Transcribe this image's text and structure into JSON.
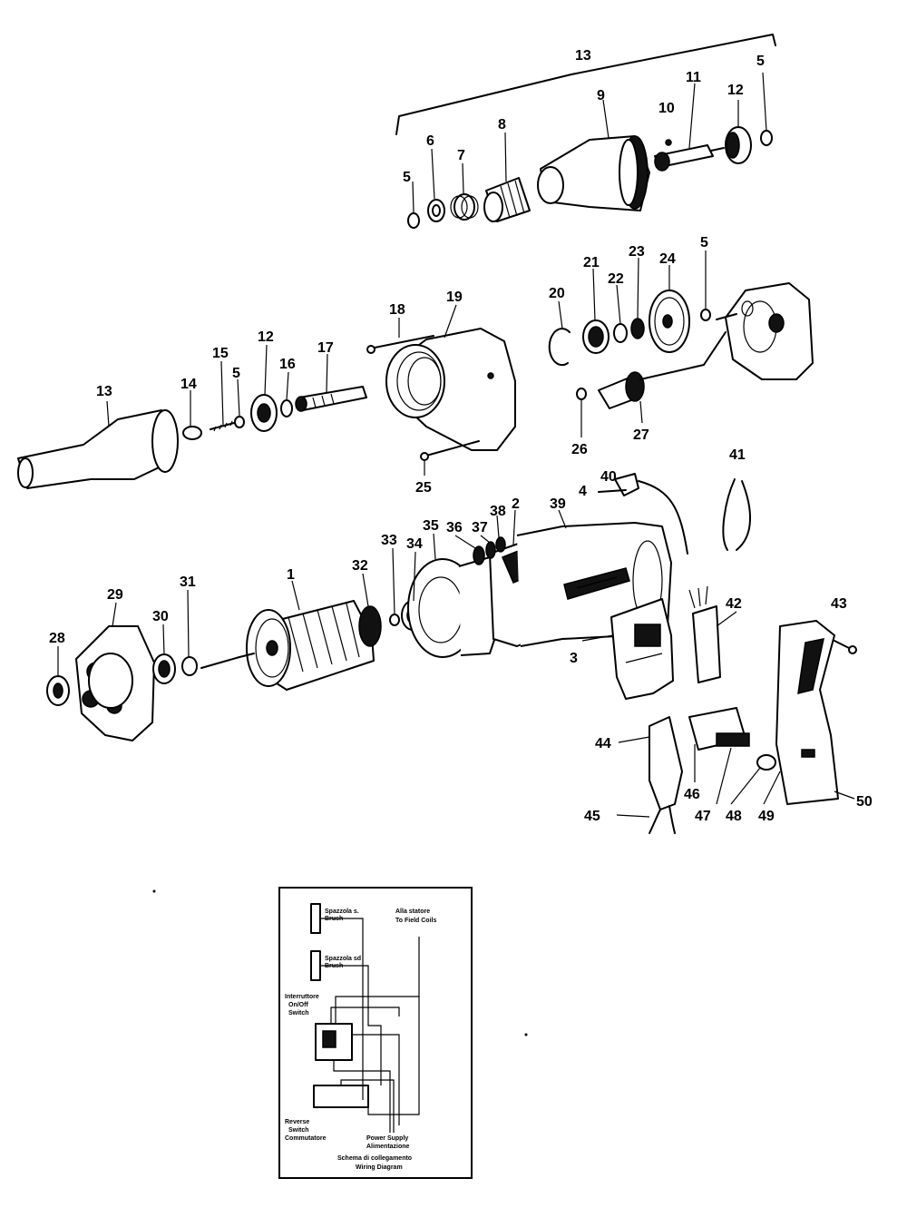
{
  "part_labels": [
    {
      "id": "p13a",
      "text": "13"
    },
    {
      "id": "p5a",
      "text": "5"
    },
    {
      "id": "p9",
      "text": "9"
    },
    {
      "id": "p11",
      "text": "11"
    },
    {
      "id": "p12a",
      "text": "12"
    },
    {
      "id": "p10",
      "text": "10"
    },
    {
      "id": "p8",
      "text": "8"
    },
    {
      "id": "p6",
      "text": "6"
    },
    {
      "id": "p7",
      "text": "7"
    },
    {
      "id": "p5b",
      "text": "5"
    },
    {
      "id": "p24",
      "text": "24"
    },
    {
      "id": "p23",
      "text": "23"
    },
    {
      "id": "p5c",
      "text": "5"
    },
    {
      "id": "p21",
      "text": "21"
    },
    {
      "id": "p22",
      "text": "22"
    },
    {
      "id": "p20",
      "text": "20"
    },
    {
      "id": "p19",
      "text": "19"
    },
    {
      "id": "p18",
      "text": "18"
    },
    {
      "id": "p12b",
      "text": "12"
    },
    {
      "id": "p17",
      "text": "17"
    },
    {
      "id": "p15",
      "text": "15"
    },
    {
      "id": "p14",
      "text": "14"
    },
    {
      "id": "p5d",
      "text": "5"
    },
    {
      "id": "p16",
      "text": "16"
    },
    {
      "id": "p13b",
      "text": "13"
    },
    {
      "id": "p26",
      "text": "26"
    },
    {
      "id": "p27",
      "text": "27"
    },
    {
      "id": "p25",
      "text": "25"
    },
    {
      "id": "p40",
      "text": "40"
    },
    {
      "id": "p4",
      "text": "4"
    },
    {
      "id": "p41",
      "text": "41"
    },
    {
      "id": "p38",
      "text": "38"
    },
    {
      "id": "p2",
      "text": "2"
    },
    {
      "id": "p39",
      "text": "39"
    },
    {
      "id": "p35",
      "text": "35"
    },
    {
      "id": "p36",
      "text": "36"
    },
    {
      "id": "p37",
      "text": "37"
    },
    {
      "id": "p33",
      "text": "33"
    },
    {
      "id": "p34",
      "text": "34"
    },
    {
      "id": "p29",
      "text": "29"
    },
    {
      "id": "p1",
      "text": "1"
    },
    {
      "id": "p32",
      "text": "32"
    },
    {
      "id": "p31",
      "text": "31"
    },
    {
      "id": "p30",
      "text": "30"
    },
    {
      "id": "p28",
      "text": "28"
    },
    {
      "id": "p42",
      "text": "42"
    },
    {
      "id": "p43",
      "text": "43"
    },
    {
      "id": "p3",
      "text": "3"
    },
    {
      "id": "p44",
      "text": "44"
    },
    {
      "id": "p46",
      "text": "46"
    },
    {
      "id": "p47",
      "text": "47"
    },
    {
      "id": "p48",
      "text": "48"
    },
    {
      "id": "p49",
      "text": "49"
    },
    {
      "id": "p50",
      "text": "50"
    },
    {
      "id": "p45",
      "text": "45"
    }
  ],
  "wiring_diagram": {
    "brush_top": [
      "Spazzola s.",
      "Brush"
    ],
    "field_coils": [
      "Alla statore",
      "To Field Coils"
    ],
    "brush_mid": [
      "Spazzola sd",
      "Brush"
    ],
    "switch": [
      "Interruttore",
      "On/Off",
      "Switch"
    ],
    "reverse_switch": [
      "Reverse",
      "Switch",
      "Commutatore"
    ],
    "power_supply": [
      "Power Supply",
      "Alimentazione"
    ],
    "title": [
      "Schema di collegamento",
      "Wiring Diagram"
    ]
  }
}
